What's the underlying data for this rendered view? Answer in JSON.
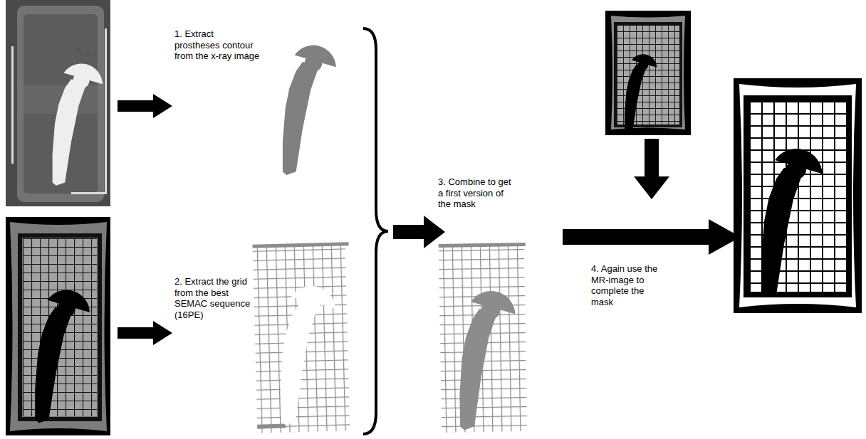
{
  "diagram": {
    "labels": [
      "1. Extract prostheses contour from the x-ray image",
      "2. Extract the grid from the best SEMAC sequence (16PE)",
      "3. Combine to get a first version of the mask",
      "4. Again use the MR-image to complete the mask"
    ]
  }
}
